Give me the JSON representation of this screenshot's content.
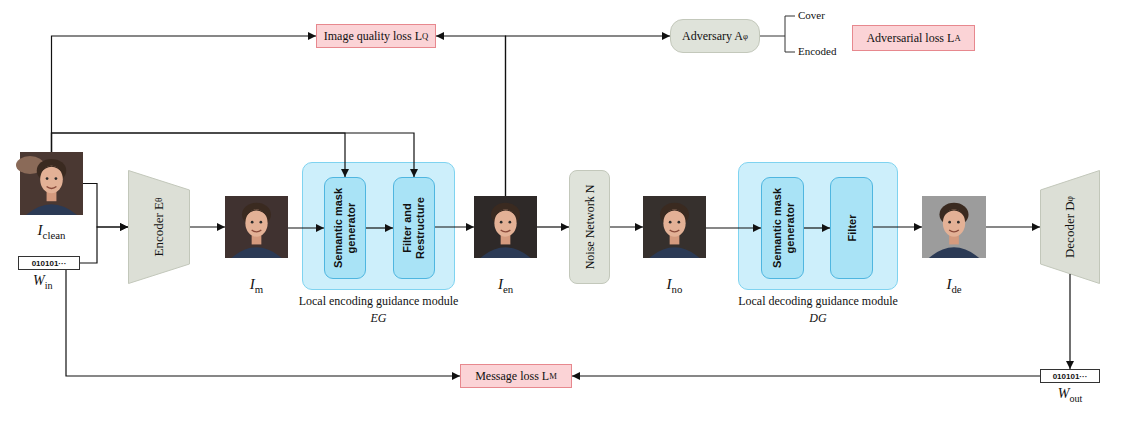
{
  "diagram": {
    "nodes": [
      {
        "text": [
          "Image quality loss L",
          "Q"
        ]
      },
      {
        "text": [
          "Adversary A",
          "φ"
        ]
      },
      {
        "text": [
          "Adversarial loss L",
          "A"
        ]
      },
      {
        "text": [
          "I",
          "clean"
        ]
      },
      {
        "text": [
          "010101···",
          "W",
          "in"
        ]
      },
      {
        "text": [
          "Encoder E",
          "θ"
        ]
      },
      {
        "text": [
          "I",
          "m"
        ]
      },
      {
        "text": [
          "Local encoding guidance module",
          "EG"
        ]
      },
      {
        "text": [
          "Semantic mask generator"
        ],
        "in": 7
      },
      {
        "text": [
          "Filter and Restructure"
        ],
        "in": 7
      },
      {
        "text": [
          "I",
          "en"
        ]
      },
      {
        "text": [
          "Noise Network N"
        ]
      },
      {
        "text": [
          "I",
          "no"
        ]
      },
      {
        "text": [
          "Local decoding guidance module",
          "DG"
        ]
      },
      {
        "text": [
          "Semantic mask generator"
        ],
        "in": 13
      },
      {
        "text": [
          "Filter"
        ],
        "in": 13
      },
      {
        "text": [
          "I",
          "de"
        ]
      },
      {
        "text": [
          "Decoder D",
          "φ"
        ]
      },
      {
        "text": [
          "010101···",
          "W",
          "out"
        ]
      },
      {
        "text": [
          "Message loss L",
          "M"
        ]
      }
    ],
    "edges": [
      {
        "from": 3,
        "to": 0,
        "arrow": "to"
      },
      {
        "from": 3,
        "to": 8,
        "arrow": "to"
      },
      {
        "from": 3,
        "to": 9,
        "arrow": "to"
      },
      {
        "from": 3,
        "to": 5,
        "arrow": "to"
      },
      {
        "from": 4,
        "to": 5,
        "arrow": "to"
      },
      {
        "from": 5,
        "to": 6,
        "arrow": "to"
      },
      {
        "from": 6,
        "to": 8,
        "arrow": "to"
      },
      {
        "from": 8,
        "to": 9,
        "arrow": "to"
      },
      {
        "from": 9,
        "to": 10,
        "arrow": "to"
      },
      {
        "from": 10,
        "to": 0,
        "arrow": "to"
      },
      {
        "from": 10,
        "to": 1,
        "arrow": "to"
      },
      {
        "from": 10,
        "to": 11,
        "arrow": "to"
      },
      {
        "from": 11,
        "to": 12,
        "arrow": "to"
      },
      {
        "from": 12,
        "to": 14,
        "arrow": "to"
      },
      {
        "from": 14,
        "to": 15,
        "arrow": "to"
      },
      {
        "from": 15,
        "to": 16,
        "arrow": "to"
      },
      {
        "from": 16,
        "to": 17,
        "arrow": "to"
      },
      {
        "from": 17,
        "to": 18,
        "arrow": "to"
      },
      {
        "from": 18,
        "to": 19,
        "arrow": "to"
      },
      {
        "from": 4,
        "to": 19,
        "arrow": "to"
      }
    ],
    "labels": [
      "Cover",
      "Encoded"
    ]
  }
}
